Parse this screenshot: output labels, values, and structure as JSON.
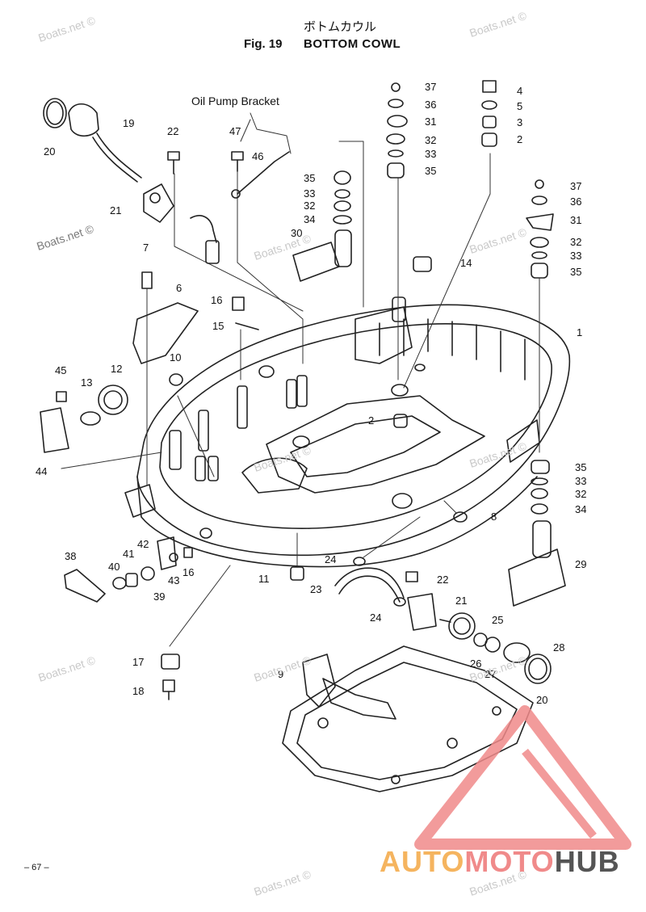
{
  "header": {
    "title_jp": "ボトムカウル",
    "fig_label": "Fig. 19",
    "title": "BOTTOM COWL"
  },
  "annotation": "Oil Pump Bracket",
  "page_number": "– 67 –",
  "watermark": "Boats.net ©",
  "logo": {
    "part1": "AUTO",
    "part2": "MOTO",
    "part3": "HUB",
    "colors": {
      "auto": "#f5b45f",
      "moto": "#f08a8a",
      "hub": "#555555",
      "triangle": "#f08a8a"
    }
  },
  "callouts": [
    "37",
    "36",
    "31",
    "32",
    "33",
    "35",
    "4",
    "5",
    "3",
    "2",
    "19",
    "20",
    "21",
    "22",
    "47",
    "46",
    "35",
    "33",
    "32",
    "34",
    "30",
    "37",
    "36",
    "31",
    "32",
    "33",
    "35",
    "14",
    "7",
    "6",
    "16",
    "15",
    "1",
    "10",
    "45",
    "13",
    "12",
    "44",
    "2",
    "35",
    "33",
    "32",
    "34",
    "8",
    "29",
    "38",
    "40",
    "41",
    "42",
    "43",
    "16",
    "39",
    "24",
    "11",
    "23",
    "22",
    "21",
    "24",
    "25",
    "26",
    "27",
    "28",
    "20",
    "17",
    "18",
    "9"
  ]
}
